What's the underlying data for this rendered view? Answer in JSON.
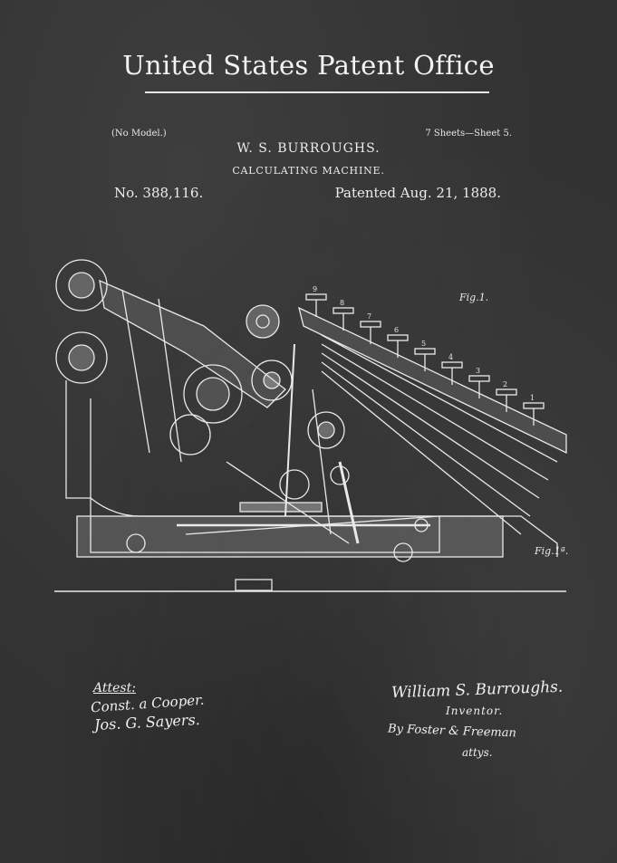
{
  "header": {
    "title": "United States Patent Office",
    "no_model": "(No Model.)",
    "sheets": "7 Sheets—Sheet 5.",
    "inventor": "W. S. BURROUGHS.",
    "invention": "CALCULATING MACHINE.",
    "patent_number": "No. 388,116.",
    "patent_date": "Patented Aug. 21, 1888."
  },
  "figure": {
    "fig_label": "Fig.1.",
    "fig_label_2": "Fig.1ª.",
    "key_numbers": [
      "9",
      "8",
      "7",
      "6",
      "5",
      "4",
      "3",
      "2",
      "1"
    ]
  },
  "signatures": {
    "attest_label": "Attest:",
    "witness_1": "Const. a Cooper.",
    "witness_2": "Jos. G. Sayers.",
    "inventor_signature": "William S. Burroughs.",
    "inventor_label": "Inventor.",
    "attorneys": "By Foster & Freeman",
    "atty_label": "attys."
  },
  "colors": {
    "chalkboard": "#323232",
    "chalk": "#ececec"
  }
}
